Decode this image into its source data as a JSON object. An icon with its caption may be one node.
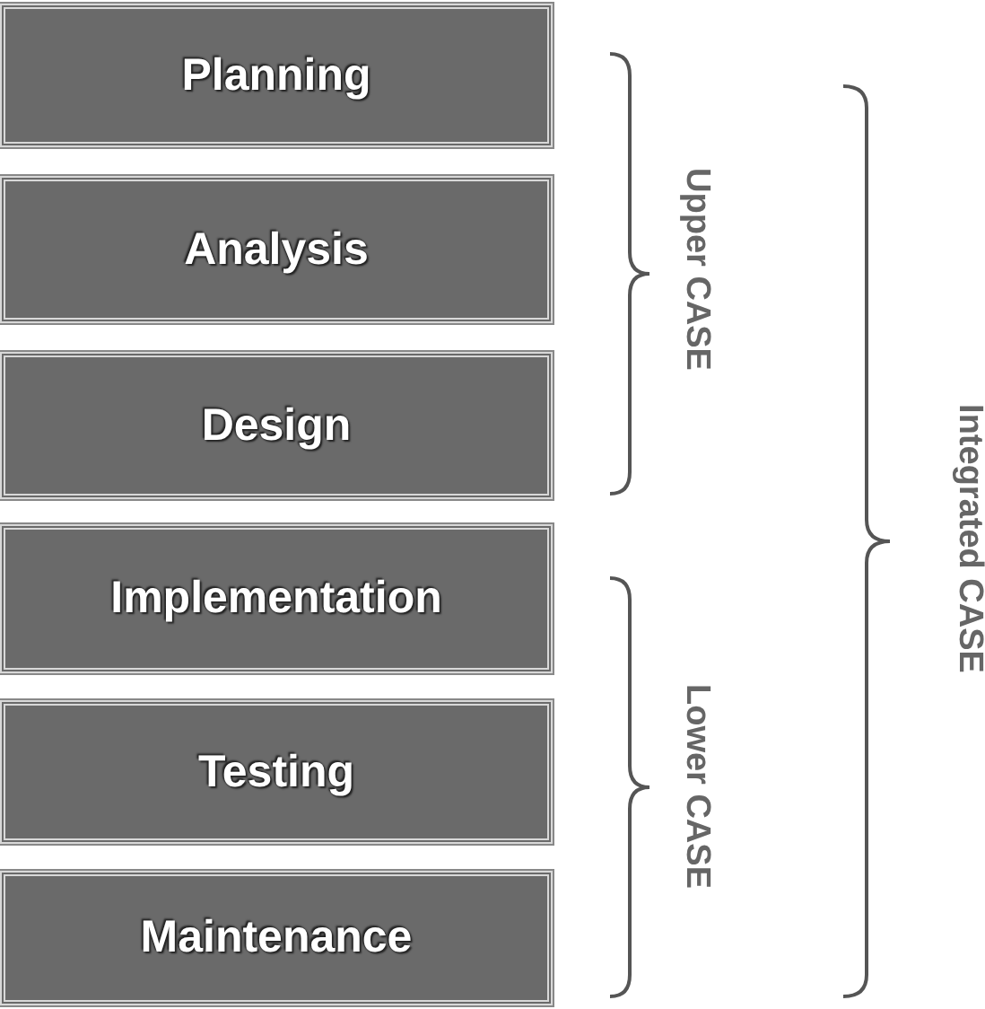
{
  "diagram": {
    "nodes": [
      {
        "text": [
          "Planning"
        ]
      },
      {
        "text": [
          "Analysis"
        ]
      },
      {
        "text": [
          "Design"
        ]
      },
      {
        "text": [
          "Implementation"
        ]
      },
      {
        "text": [
          "Testing"
        ]
      },
      {
        "text": [
          "Maintenance"
        ]
      }
    ],
    "labels": [
      "Upper CASE",
      "Lower CASE",
      "Integrated CASE"
    ]
  }
}
